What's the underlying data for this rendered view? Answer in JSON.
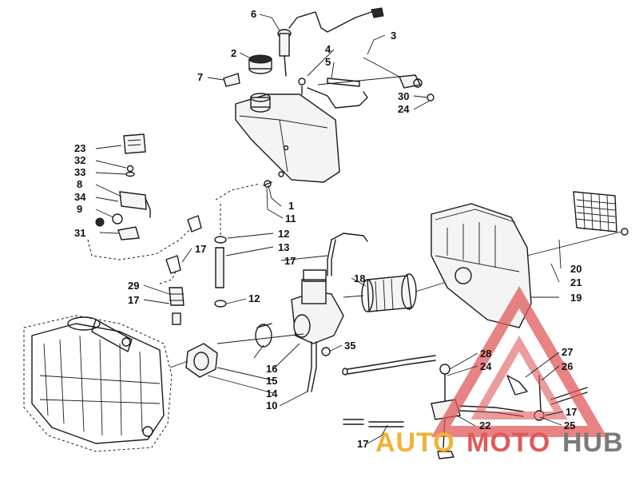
{
  "colors": {
    "ink": "#1a1a1a",
    "watermark_red": "#e05a5a",
    "watermark_orange": "#f2b233",
    "watermark_gray": "#7a7a7a"
  },
  "callouts": [
    "1",
    "2",
    "3",
    "4",
    "5",
    "6",
    "7",
    "8",
    "9",
    "10",
    "11",
    "12",
    "12",
    "13",
    "14",
    "15",
    "16",
    "17",
    "17",
    "17",
    "17",
    "17",
    "18",
    "19",
    "20",
    "21",
    "22",
    "23",
    "24",
    "24",
    "25",
    "26",
    "27",
    "28",
    "29",
    "30",
    "31",
    "32",
    "33",
    "34",
    "35"
  ],
  "watermark": {
    "part1": "AUTO",
    "part2": "MOTO",
    "part3": "HUB"
  }
}
